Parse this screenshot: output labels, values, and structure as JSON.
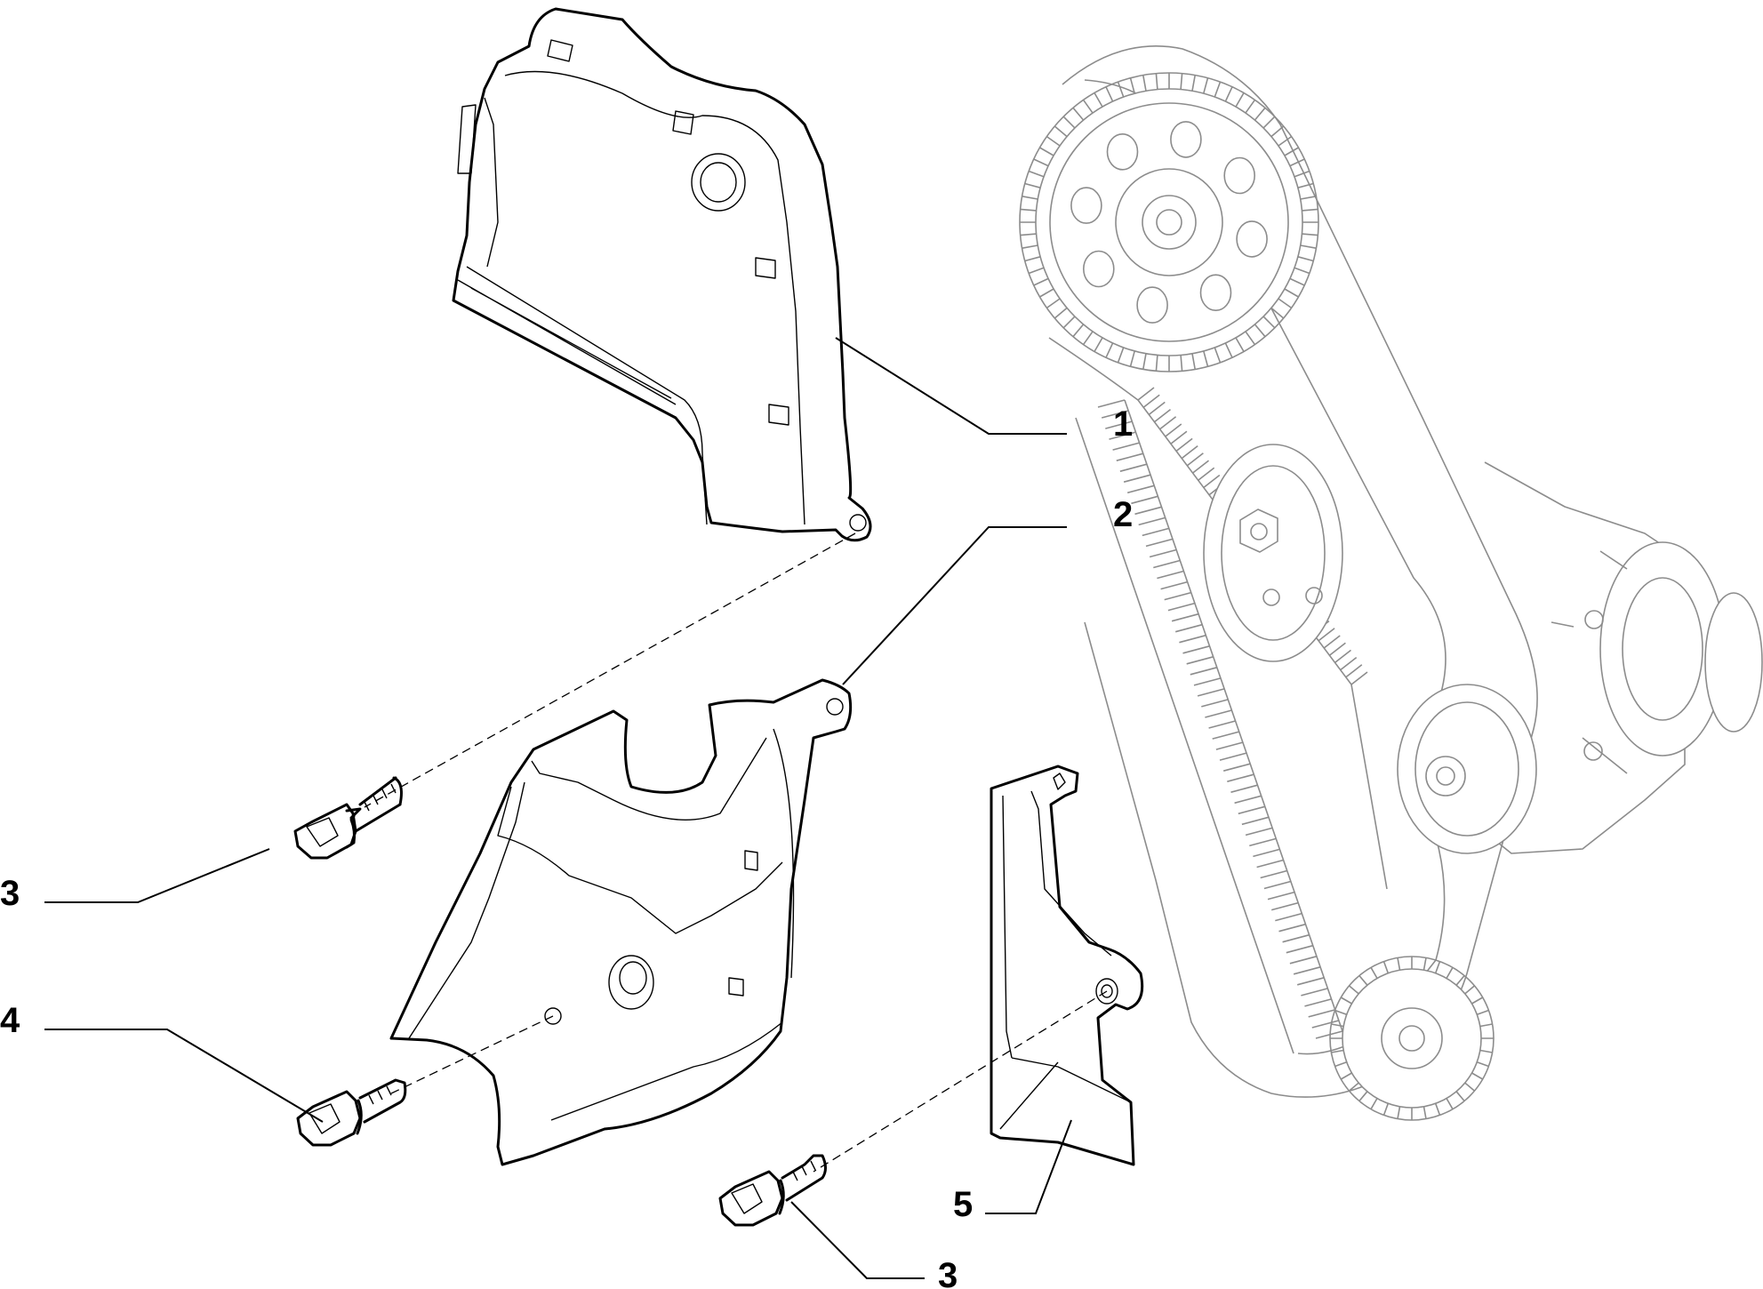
{
  "callouts": [
    {
      "id": "c1",
      "label": "1"
    },
    {
      "id": "c2",
      "label": "2"
    },
    {
      "id": "c3a",
      "label": "3"
    },
    {
      "id": "c4",
      "label": "4"
    },
    {
      "id": "c3b",
      "label": "3"
    },
    {
      "id": "c5",
      "label": "5"
    }
  ],
  "colors": {
    "line": "#000000",
    "ghost": "#8c8c8c",
    "background": "#ffffff"
  }
}
